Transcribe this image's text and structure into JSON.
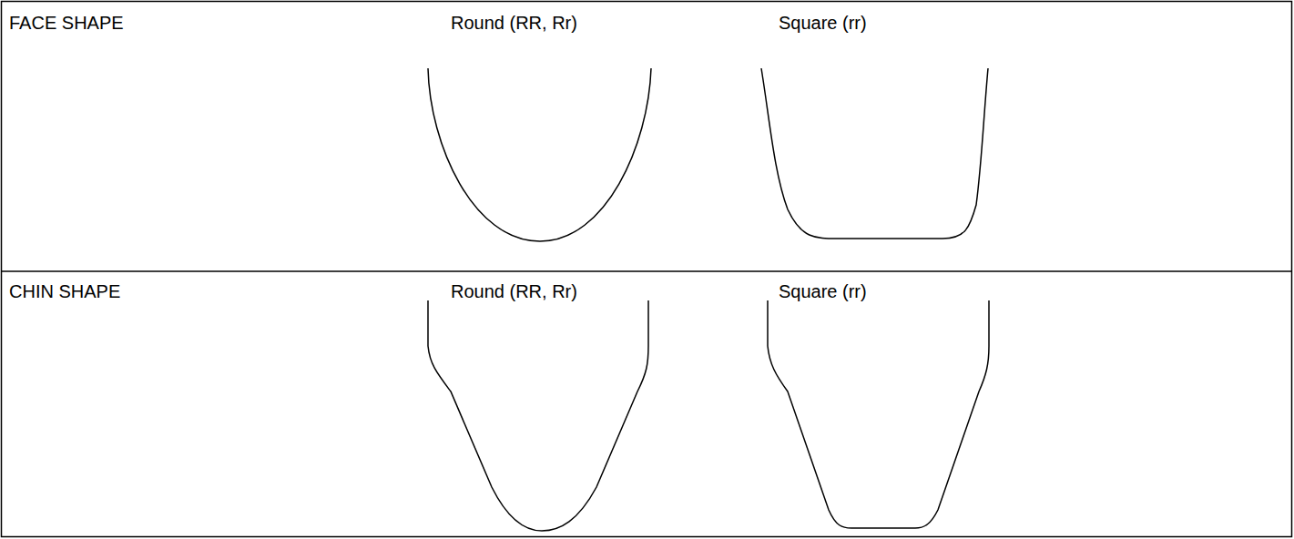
{
  "diagram": {
    "labels": [
      "FACE SHAPE",
      "Round (RR, Rr)",
      "Square (rr)",
      "CHIN SHAPE",
      "Round (RR, Rr)",
      "Square (rr)"
    ]
  }
}
